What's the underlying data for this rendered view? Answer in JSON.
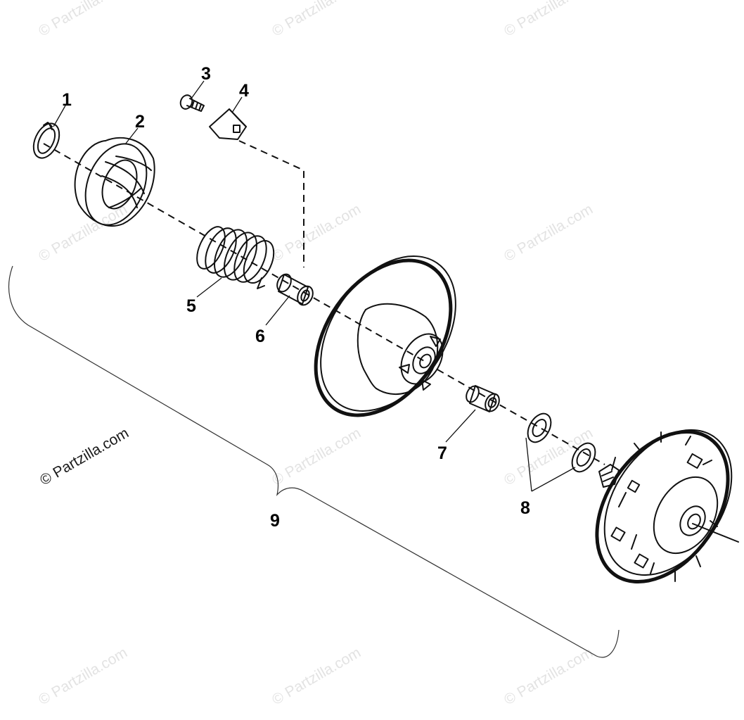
{
  "watermark": "© Partzilla.com",
  "credit": "© Partzilla.com",
  "callouts": [
    {
      "id": "1",
      "label": "1"
    },
    {
      "id": "2",
      "label": "2"
    },
    {
      "id": "3",
      "label": "3"
    },
    {
      "id": "4",
      "label": "4"
    },
    {
      "id": "5",
      "label": "5"
    },
    {
      "id": "6",
      "label": "6"
    },
    {
      "id": "7",
      "label": "7"
    },
    {
      "id": "8",
      "label": "8"
    },
    {
      "id": "9",
      "label": "9"
    }
  ]
}
